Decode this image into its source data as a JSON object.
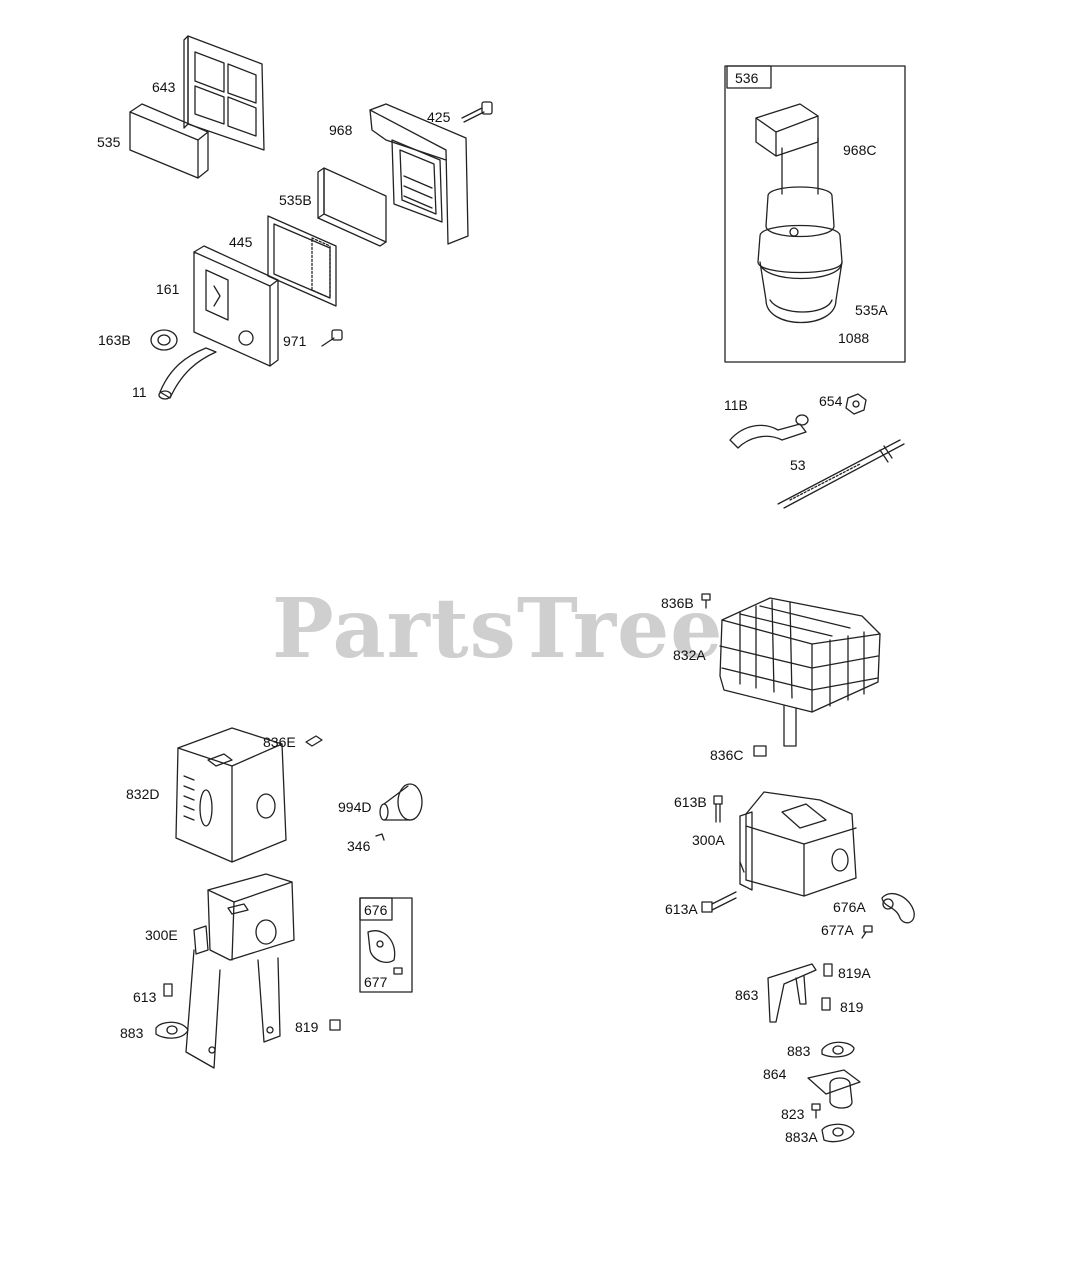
{
  "watermark": "PartsTree",
  "labels": {
    "l643": "643",
    "l535": "535",
    "l968": "968",
    "l425": "425",
    "l535B": "535B",
    "l445": "445",
    "l161": "161",
    "l163B": "163B",
    "l971": "971",
    "l11": "11",
    "l536": "536",
    "l968C": "968C",
    "l535A": "535A",
    "l1088": "1088",
    "l11B": "11B",
    "l654": "654",
    "l53": "53",
    "l836B": "836B",
    "l832A": "832A",
    "l836C": "836C",
    "l613B": "613B",
    "l300A": "300A",
    "l613A": "613A",
    "l676A": "676A",
    "l677A": "677A",
    "l819A": "819A",
    "l863": "863",
    "l819b": "819",
    "l883b": "883",
    "l864": "864",
    "l823": "823",
    "l883A": "883A",
    "l836E": "836E",
    "l832D": "832D",
    "l994D": "994D",
    "l346": "346",
    "l300E": "300E",
    "l676": "676",
    "l677": "677",
    "l613": "613",
    "l883": "883",
    "l819": "819"
  }
}
